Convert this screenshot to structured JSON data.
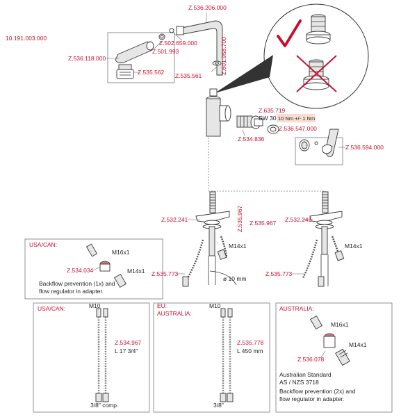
{
  "page": {
    "article_number": "10.191.003.000"
  },
  "top": {
    "spout": "Z.536.206.000",
    "spout_aerator": "Z.502.659.000",
    "spout_screw": "Z.601.958.700",
    "lever_set": "Z.536.118.000",
    "lever_screw": "Z.501.993",
    "lever_insert": "Z.535.562",
    "washer": "Z.535.561"
  },
  "cartridge": {
    "part": "Z.635.719",
    "wrench_size": "SW 30",
    "torque": "10 Nm +/- 1 Nm",
    "insert": "Z.534.836",
    "nut": "Z.536.547.000",
    "handle_set": "Z.536.594.000"
  },
  "mounting": {
    "left_fix": "Z.532.241",
    "left_set": "Z.535.967",
    "right_fix": "Z.532.241",
    "right_set": "Z.535.967",
    "left_hose": "Z.535.773",
    "right_hose": "Z.535.773",
    "left_thread": "M14x1",
    "right_thread": "M14x1",
    "diameter": "ø 10 mm"
  },
  "usa_adapter": {
    "region": "USA/CAN:",
    "thread_top": "M16x1",
    "thread_bottom": "M14x1",
    "part": "Z.534.034",
    "note_line1": "Backflow prevention (1x) and",
    "note_line2": "flow regulator in adapter."
  },
  "usa_hose": {
    "region": "USA/CAN:",
    "thread": "M10",
    "part": "Z.534.967",
    "length": "L 17 3/4\"",
    "connection": "3/8\" comp."
  },
  "eu_hose": {
    "region1": "EU:",
    "region2": "AUSTRALIA:",
    "thread": "M10",
    "part": "Z.535.778",
    "length": "L 450 mm",
    "connection": "3/8\""
  },
  "au_adapter": {
    "region": "AUSTRALIA:",
    "thread_top": "M16x1",
    "thread_bottom": "M14x1",
    "part": "Z.536.078",
    "std_line1": "Australian Standard",
    "std_line2": "AS / NZS 3718",
    "note_line1": "Backflow prevention (2x) and",
    "note_line2": "flow regulator in adapter."
  },
  "colors": {
    "label": "#c8102e",
    "torque_bg": "#f8ddd2",
    "check": "#c8102e",
    "cross": "#c8102e",
    "insert_highlight": "#e07070"
  },
  "icons": [
    "check-icon",
    "cross-icon"
  ]
}
